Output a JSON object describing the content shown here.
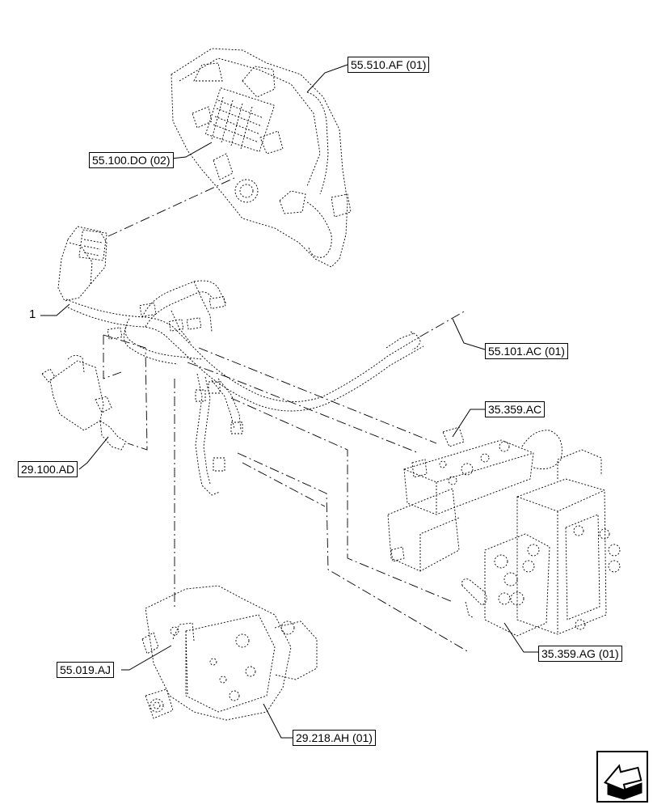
{
  "callouts": [
    {
      "id": "55-510-af",
      "text": "55.510.AF (01)"
    },
    {
      "id": "55-100-do",
      "text": "55.100.DO (02)"
    },
    {
      "id": "55-101-ac",
      "text": "55.101.AC (01)"
    },
    {
      "id": "35-359-ac",
      "text": "35.359.AC"
    },
    {
      "id": "29-100-ad",
      "text": "29.100.AD"
    },
    {
      "id": "55-019-aj",
      "text": "55.019.AJ"
    },
    {
      "id": "35-359-ag",
      "text": "35.359.AG (01)"
    },
    {
      "id": "29-218-ah",
      "text": "29.218.AH (01)"
    }
  ],
  "item_number": "1",
  "icons": {
    "navigation": "next-page-arrow-icon"
  },
  "colors": {
    "line": "#000000",
    "background": "#ffffff"
  }
}
